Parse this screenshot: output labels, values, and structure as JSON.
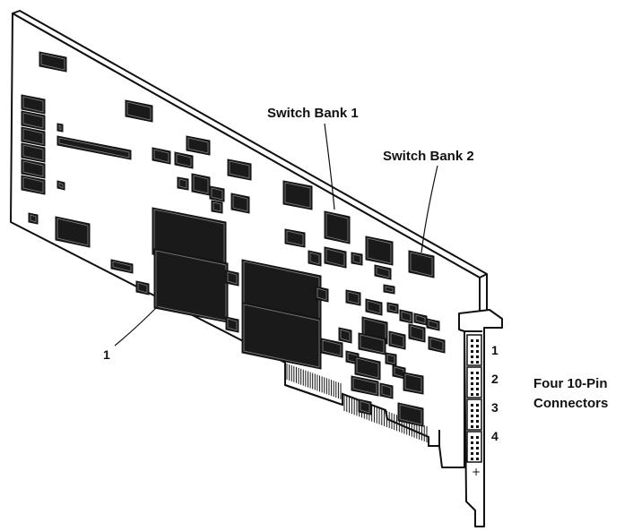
{
  "labels": {
    "switch_bank_1": "Switch Bank 1",
    "switch_bank_2": "Switch Bank 2",
    "callout_1": "1",
    "connectors_line1": "Four 10-Pin",
    "connectors_line2": "Connectors",
    "plus_mark": "+"
  },
  "connector_numbers": [
    "1",
    "2",
    "3",
    "4"
  ],
  "colors": {
    "ink": "#111111",
    "chip": "#1a1a1a",
    "board": "#ffffff"
  }
}
